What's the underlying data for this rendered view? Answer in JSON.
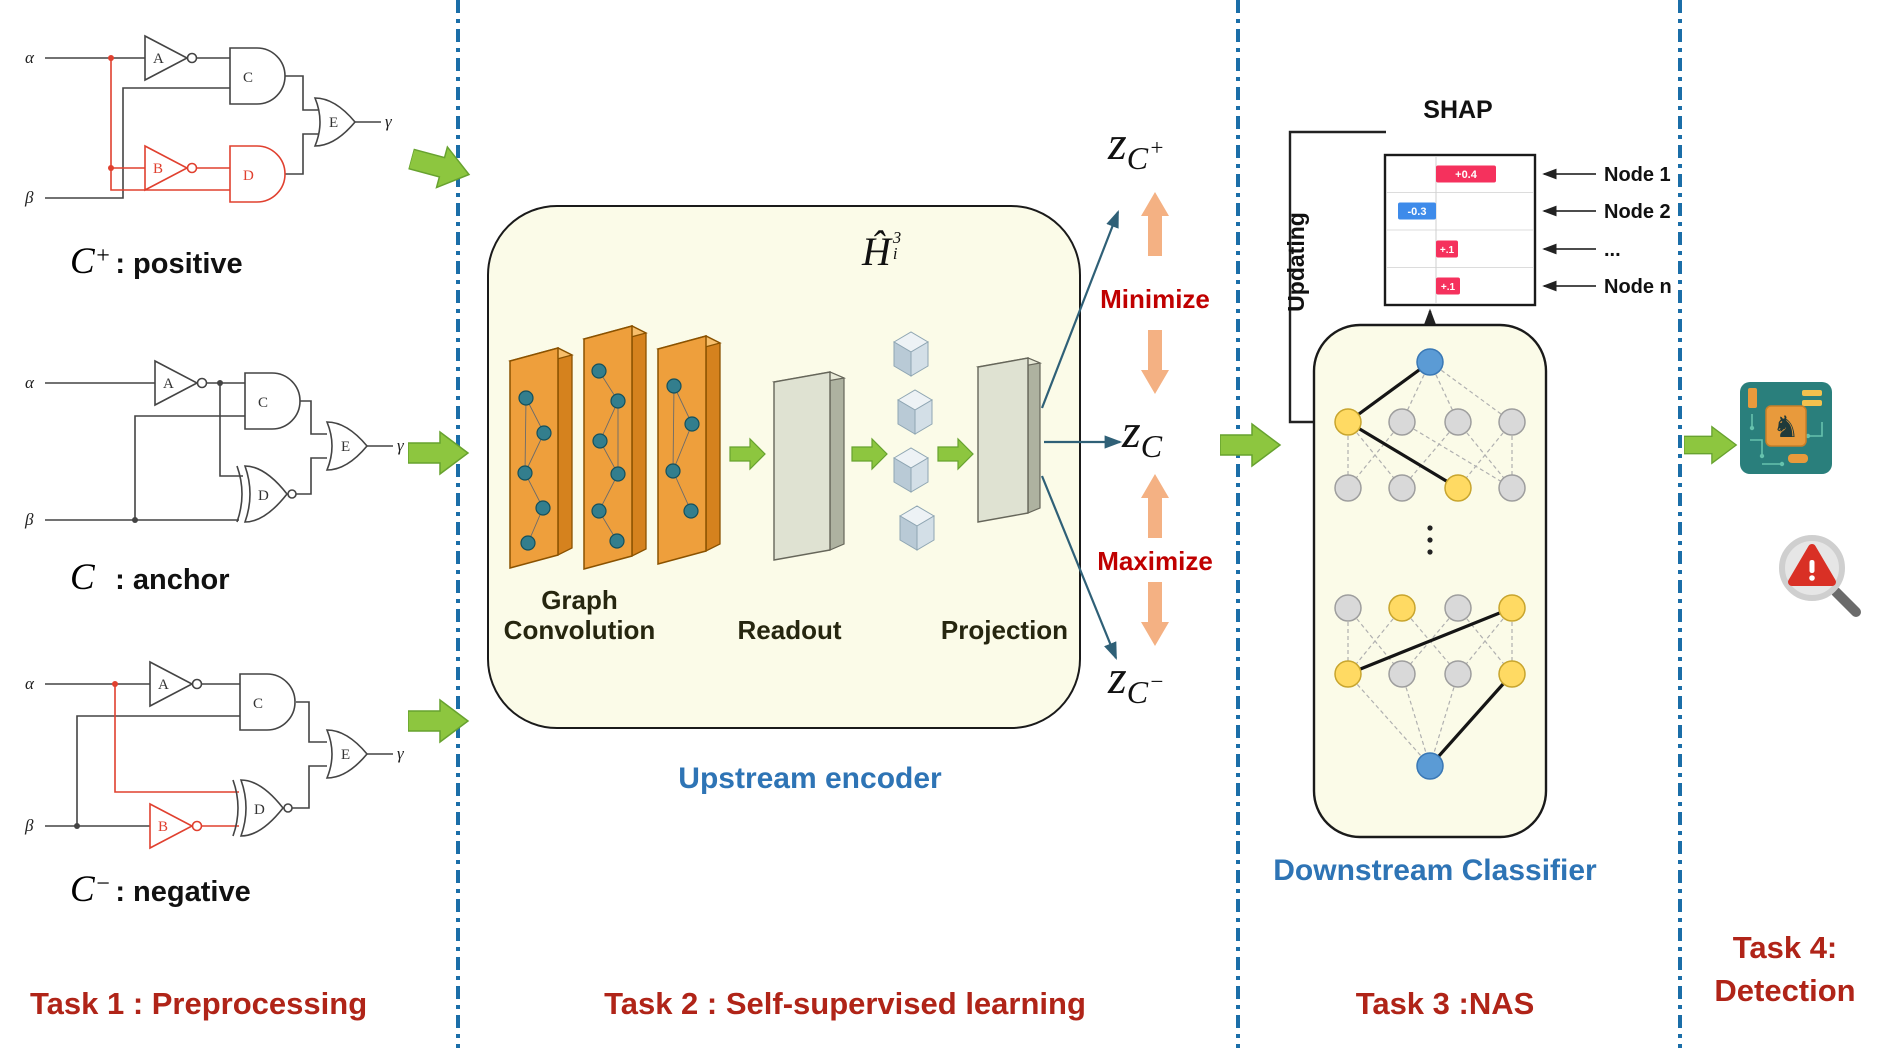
{
  "figure": {
    "task1_label": "Task 1 :  Preprocessing",
    "task2_label": "Task 2 : Self-supervised learning",
    "task3_label": "Task 3 :NAS",
    "task4_label_line1": "Task 4:",
    "task4_label_line2": "Detection"
  },
  "circuits": {
    "alpha": "α",
    "beta": "β",
    "gamma": "γ",
    "positive": {
      "symbol": "C",
      "sup": "+",
      "desc": ": positive",
      "gates": [
        "A",
        "B",
        "C",
        "D",
        "E"
      ]
    },
    "anchor": {
      "symbol": "C",
      "sup": "",
      "desc": " : anchor",
      "gates": [
        "A",
        "C",
        "D",
        "E"
      ]
    },
    "negative": {
      "symbol": "C",
      "sup": "−",
      "desc": " : negative",
      "gates": [
        "A",
        "B",
        "C",
        "D",
        "E"
      ]
    }
  },
  "encoder": {
    "title": "Upstream encoder",
    "stage1_line1": "Graph",
    "stage1_line2": "Convolution",
    "stage2": "Readout",
    "stage3": "Projection",
    "embedding": {
      "symbol": "Ĥ",
      "sup": "3",
      "sub": "i"
    }
  },
  "contrastive": {
    "z": "z",
    "positive": {
      "base": "C",
      "sup": "+"
    },
    "anchor": {
      "base": "C",
      "sup": ""
    },
    "negative": {
      "base": "C",
      "sup": "−"
    },
    "minimize": "Minimize",
    "maximize": "Maximize"
  },
  "nas": {
    "shap_title": "SHAP",
    "updating_label": "Updating",
    "classifier_title": "Downstream Classifier",
    "shap_rows": [
      {
        "node": "Node 1",
        "value": "+0.4",
        "sign": "positive"
      },
      {
        "node": "Node 2",
        "value": "-0.3",
        "sign": "negative"
      },
      {
        "node": "...",
        "value": "+.1",
        "sign": "positive"
      },
      {
        "node": "Node n",
        "value": "+.1",
        "sign": "positive"
      }
    ]
  },
  "icons": {
    "chip_glyph": "♞"
  },
  "colors": {
    "separator": "#1b6ea8",
    "task_label": "#b02418",
    "section_label": "#2e74b5",
    "emphasis": "#c00000",
    "flow_arrow": "#8dc63f",
    "contrast_arrow": "#f4b183",
    "shap_positive": "#f5315d",
    "shap_negative": "#3e8bea",
    "panel_fill": "#fbfbe8"
  }
}
